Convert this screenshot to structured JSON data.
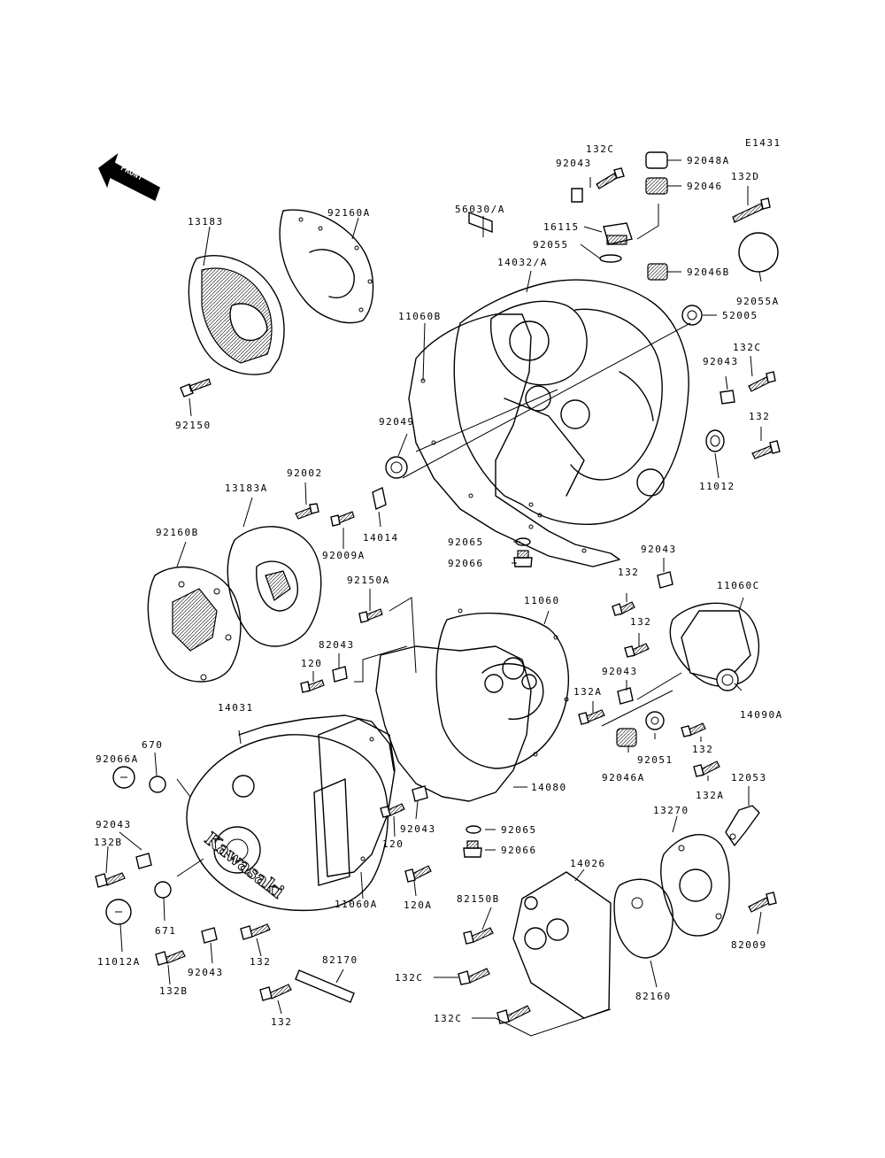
{
  "figure_code": "E1431",
  "front_arrow_label": "FRONT",
  "brand_text": "Kawasaki",
  "parts": {
    "p13183": "13183",
    "p92160A": "92160A",
    "p92150": "92150",
    "p56030A": "56030/A",
    "p132C_top": "132C",
    "p92043_top": "92043",
    "p92048A": "92048A",
    "p92046": "92046",
    "p132D": "132D",
    "p16115": "16115",
    "p92055": "92055",
    "p92046B": "92046B",
    "p92055A": "92055A",
    "p14032A": "14032/A",
    "p11060B": "11060B",
    "p52005": "52005",
    "p132C_right": "132C",
    "p92043_right": "92043",
    "p132_right": "132",
    "p92049": "92049",
    "p11012": "11012",
    "p13183A": "13183A",
    "p92002": "92002",
    "p92160B": "92160B",
    "p92009A": "92009A",
    "p14014": "14014",
    "p92065_top": "92065",
    "p92066_top": "92066",
    "p92043_mid": "92043",
    "p92150A": "92150A",
    "p11060": "11060",
    "p132_mid1": "132",
    "p11060C": "11060C",
    "p82043": "82043",
    "p132_mid2": "132",
    "p120_left": "120",
    "p92043_mid2": "92043",
    "p132A_mid": "132A",
    "p14090A": "14090A",
    "p14031": "14031",
    "p670": "670",
    "p92066A": "92066A",
    "p92051": "92051",
    "p132_mid3": "132",
    "p92046A": "92046A",
    "p132A_low": "132A",
    "p12053": "12053",
    "p14080": "14080",
    "p92043_low1": "92043",
    "p92043_low2": "92043",
    "p13270": "13270",
    "p132B_top": "132B",
    "p120_low": "120",
    "p92065_low": "92065",
    "p92066_low": "92066",
    "p120A": "120A",
    "p14026": "14026",
    "p671": "671",
    "p11060A": "11060A",
    "p82150B": "82150B",
    "p11012A": "11012A",
    "p132_low": "132",
    "p92043_low3": "92043",
    "p82170": "82170",
    "p82009": "82009",
    "p132B_low": "132B",
    "p132C_low1": "132C",
    "p82160": "82160",
    "p132_bottom": "132",
    "p132C_low2": "132C"
  }
}
